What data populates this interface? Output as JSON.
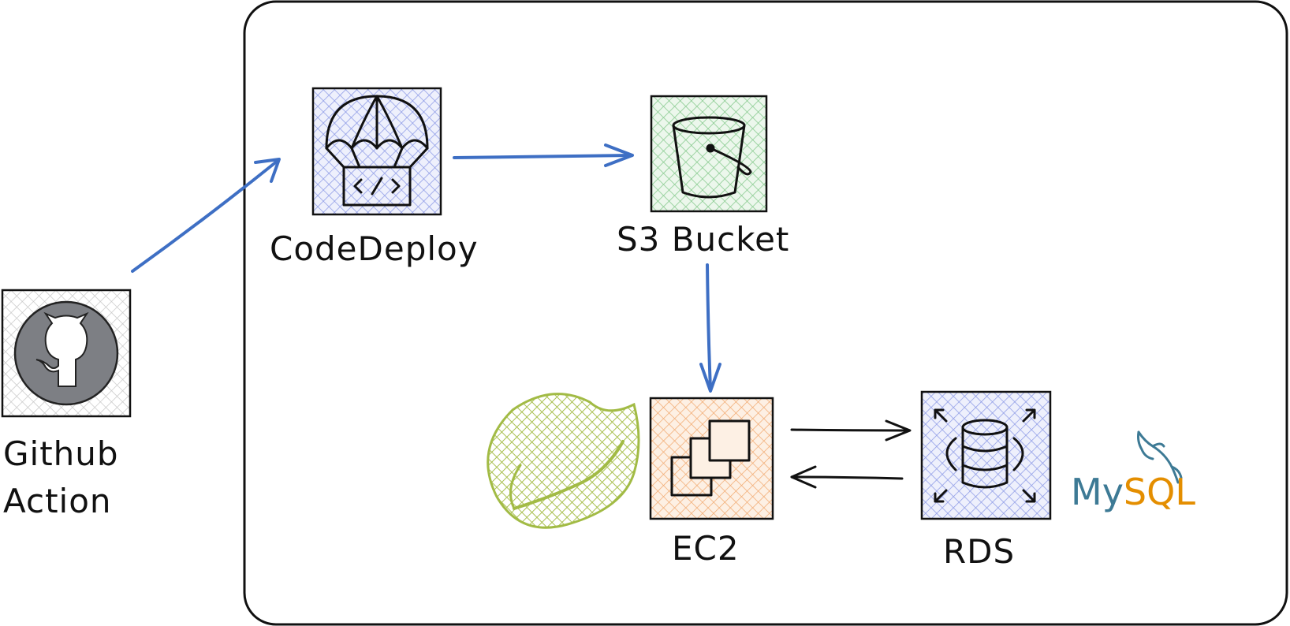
{
  "nodes": {
    "github": {
      "label_line1": "Github",
      "label_line2": "Action",
      "icon": "github-icon",
      "fill": "#d0d0d0"
    },
    "codedeploy": {
      "label": "CodeDeploy",
      "icon": "parachute-code-icon",
      "fill": "#5b6fd6"
    },
    "s3": {
      "label": "S3 Bucket",
      "icon": "bucket-icon",
      "fill": "#55b05f"
    },
    "ec2": {
      "label": "EC2",
      "icon": "ec2-instances-icon",
      "fill": "#f08a3a"
    },
    "rds": {
      "label": "RDS",
      "icon": "database-icon",
      "fill": "#5b6fd6"
    }
  },
  "logos": {
    "mysql": {
      "text_my": "My",
      "text_sql": "SQL",
      "color_my": "#3d7a95",
      "color_sql": "#e48e00"
    },
    "spring": {
      "icon": "spring-leaf-icon",
      "color": "#9fba4a"
    }
  },
  "colors": {
    "flow_arrow": "#3e6fc4",
    "ink": "#111111"
  }
}
